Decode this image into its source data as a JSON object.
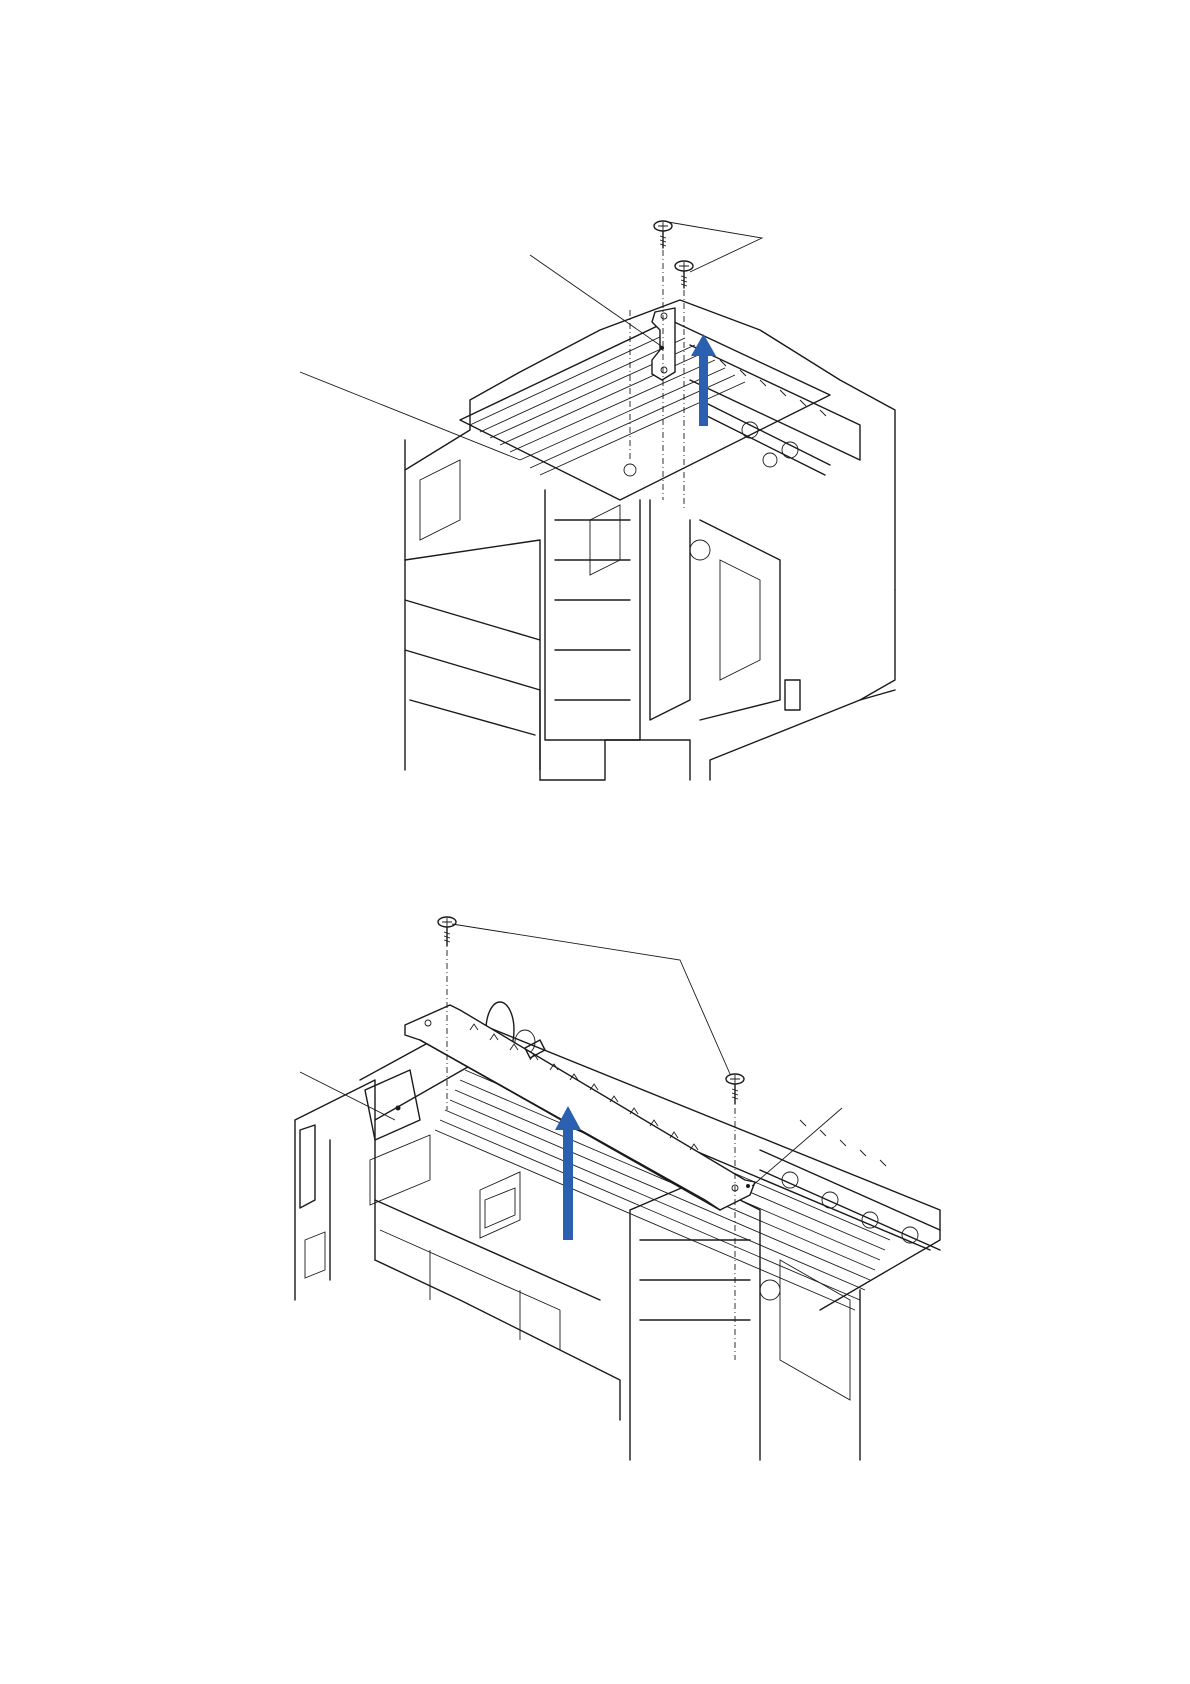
{
  "page": {
    "background": "#ffffff",
    "line_color": "#1a1a1a",
    "accent_color": "#2b5fb0"
  },
  "figures": [
    {
      "id": "top",
      "callouts": 2,
      "screws": 2,
      "lift_arrow_color": "#2b5fb0"
    },
    {
      "id": "bottom",
      "callouts": 2,
      "screws": 2,
      "lift_arrow_color": "#2b5fb0"
    }
  ]
}
